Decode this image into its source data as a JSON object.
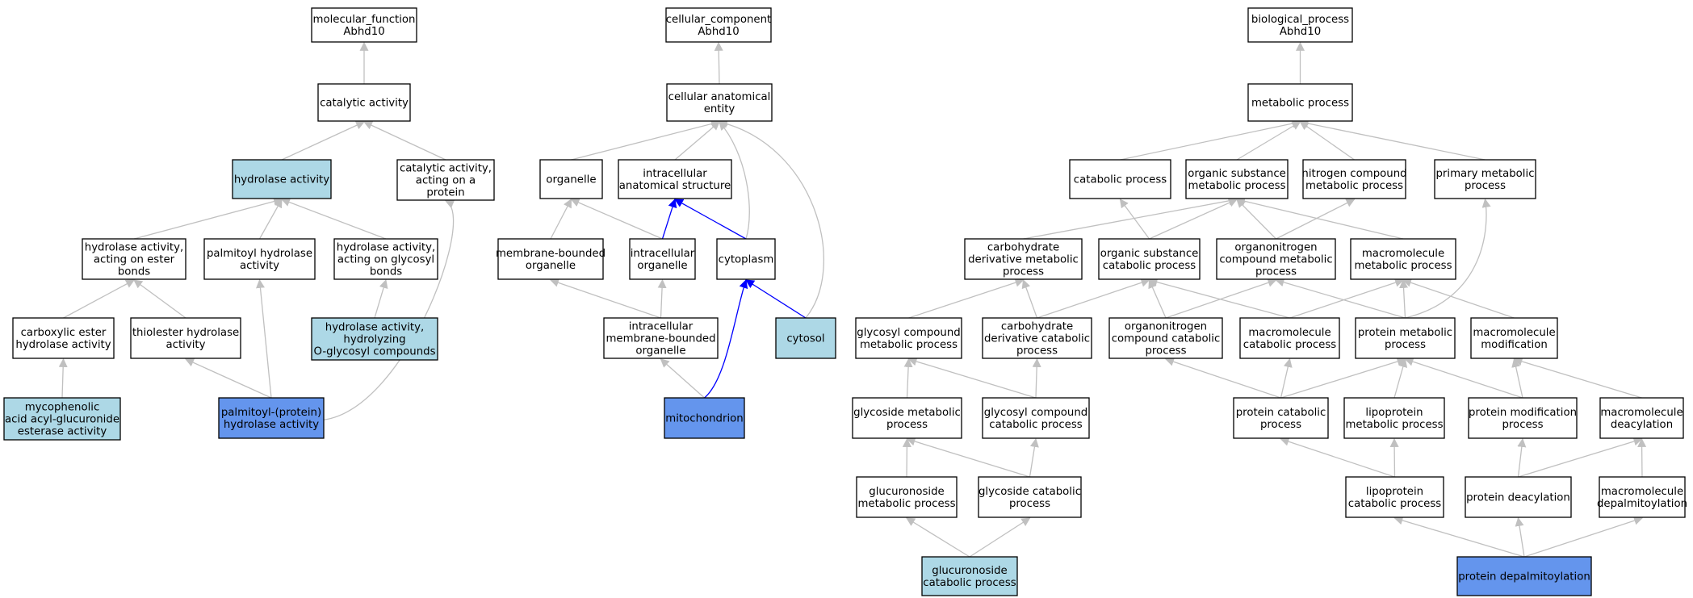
{
  "colors": {
    "plain": "#ffffff",
    "light": "#add8e6",
    "highlight": "#6495ed",
    "edge_gray": "#c0c0c0",
    "edge_blue": "#0000ff"
  },
  "nodes": [
    {
      "id": "mf",
      "lines": [
        "molecular_function",
        "Abhd10"
      ],
      "fill": "plain"
    },
    {
      "id": "catalytic",
      "lines": [
        "catalytic activity"
      ],
      "fill": "plain"
    },
    {
      "id": "hydrolase",
      "lines": [
        "hydrolase activity"
      ],
      "fill": "light"
    },
    {
      "id": "catprot",
      "lines": [
        "catalytic activity,",
        "acting on a",
        "protein"
      ],
      "fill": "plain"
    },
    {
      "id": "hester",
      "lines": [
        "hydrolase activity,",
        "acting on ester",
        "bonds"
      ],
      "fill": "plain"
    },
    {
      "id": "palmhyd",
      "lines": [
        "palmitoyl hydrolase",
        "activity"
      ],
      "fill": "plain"
    },
    {
      "id": "hglyc",
      "lines": [
        "hydrolase activity,",
        "acting on glycosyl",
        "bonds"
      ],
      "fill": "plain"
    },
    {
      "id": "carbox",
      "lines": [
        "carboxylic ester",
        "hydrolase activity"
      ],
      "fill": "plain"
    },
    {
      "id": "thioester",
      "lines": [
        "thiolester hydrolase",
        "activity"
      ],
      "fill": "plain"
    },
    {
      "id": "hoglyc",
      "lines": [
        "hydrolase activity,",
        "hydrolyzing",
        "O-glycosyl compounds"
      ],
      "fill": "light"
    },
    {
      "id": "mycoph",
      "lines": [
        "mycophenolic",
        "acid acyl-glucuronide",
        "esterase activity"
      ],
      "fill": "light"
    },
    {
      "id": "palmprot",
      "lines": [
        "palmitoyl-(protein)",
        "hydrolase activity"
      ],
      "fill": "highlight"
    },
    {
      "id": "cc",
      "lines": [
        "cellular_component",
        "Abhd10"
      ],
      "fill": "plain"
    },
    {
      "id": "cae",
      "lines": [
        "cellular anatomical",
        "entity"
      ],
      "fill": "plain"
    },
    {
      "id": "organelle",
      "lines": [
        "organelle"
      ],
      "fill": "plain"
    },
    {
      "id": "ias",
      "lines": [
        "intracellular",
        "anatomical structure"
      ],
      "fill": "plain"
    },
    {
      "id": "mbo",
      "lines": [
        "membrane-bounded",
        "organelle"
      ],
      "fill": "plain"
    },
    {
      "id": "io",
      "lines": [
        "intracellular",
        "organelle"
      ],
      "fill": "plain"
    },
    {
      "id": "cytoplasm",
      "lines": [
        "cytoplasm"
      ],
      "fill": "plain"
    },
    {
      "id": "imbo",
      "lines": [
        "intracellular",
        "membrane-bounded",
        "organelle"
      ],
      "fill": "plain"
    },
    {
      "id": "cytosol",
      "lines": [
        "cytosol"
      ],
      "fill": "light"
    },
    {
      "id": "mito",
      "lines": [
        "mitochondrion"
      ],
      "fill": "highlight"
    },
    {
      "id": "bp",
      "lines": [
        "biological_process",
        "Abhd10"
      ],
      "fill": "plain"
    },
    {
      "id": "metab",
      "lines": [
        "metabolic process"
      ],
      "fill": "plain"
    },
    {
      "id": "catab",
      "lines": [
        "catabolic process"
      ],
      "fill": "plain"
    },
    {
      "id": "osmp",
      "lines": [
        "organic substance",
        "metabolic process"
      ],
      "fill": "plain"
    },
    {
      "id": "ncmp",
      "lines": [
        "nitrogen compound",
        "metabolic process"
      ],
      "fill": "plain"
    },
    {
      "id": "pmp",
      "lines": [
        "primary metabolic",
        "process"
      ],
      "fill": "plain"
    },
    {
      "id": "cdmp",
      "lines": [
        "carbohydrate",
        "derivative metabolic",
        "process"
      ],
      "fill": "plain"
    },
    {
      "id": "oscp",
      "lines": [
        "organic substance",
        "catabolic process"
      ],
      "fill": "plain"
    },
    {
      "id": "ocmp",
      "lines": [
        "organonitrogen",
        "compound metabolic",
        "process"
      ],
      "fill": "plain"
    },
    {
      "id": "mmp",
      "lines": [
        "macromolecule",
        "metabolic process"
      ],
      "fill": "plain"
    },
    {
      "id": "gcmp",
      "lines": [
        "glycosyl compound",
        "metabolic process"
      ],
      "fill": "plain"
    },
    {
      "id": "cdcp",
      "lines": [
        "carbohydrate",
        "derivative catabolic",
        "process"
      ],
      "fill": "plain"
    },
    {
      "id": "occp",
      "lines": [
        "organonitrogen",
        "compound catabolic",
        "process"
      ],
      "fill": "plain"
    },
    {
      "id": "mcp",
      "lines": [
        "macromolecule",
        "catabolic process"
      ],
      "fill": "plain"
    },
    {
      "id": "protmp",
      "lines": [
        "protein metabolic",
        "process"
      ],
      "fill": "plain"
    },
    {
      "id": "mmod",
      "lines": [
        "macromolecule",
        "modification"
      ],
      "fill": "plain"
    },
    {
      "id": "gmp",
      "lines": [
        "glycoside metabolic",
        "process"
      ],
      "fill": "plain"
    },
    {
      "id": "gccp",
      "lines": [
        "glycosyl compound",
        "catabolic process"
      ],
      "fill": "plain"
    },
    {
      "id": "pcp",
      "lines": [
        "protein catabolic",
        "process"
      ],
      "fill": "plain"
    },
    {
      "id": "lmp",
      "lines": [
        "lipoprotein",
        "metabolic process"
      ],
      "fill": "plain"
    },
    {
      "id": "pmodp",
      "lines": [
        "protein modification",
        "process"
      ],
      "fill": "plain"
    },
    {
      "id": "mdeac",
      "lines": [
        "macromolecule",
        "deacylation"
      ],
      "fill": "plain"
    },
    {
      "id": "glucmp",
      "lines": [
        "glucuronoside",
        "metabolic process"
      ],
      "fill": "plain"
    },
    {
      "id": "glycp",
      "lines": [
        "glycoside catabolic",
        "process"
      ],
      "fill": "plain"
    },
    {
      "id": "lcp",
      "lines": [
        "lipoprotein",
        "catabolic process"
      ],
      "fill": "plain"
    },
    {
      "id": "pdeac",
      "lines": [
        "protein deacylation"
      ],
      "fill": "plain"
    },
    {
      "id": "mdepalm",
      "lines": [
        "macromolecule",
        "depalmitoylation"
      ],
      "fill": "plain"
    },
    {
      "id": "gluccp",
      "lines": [
        "glucuronoside",
        "catabolic process"
      ],
      "fill": "light"
    },
    {
      "id": "pdepalm",
      "lines": [
        "protein depalmitoylation"
      ],
      "fill": "highlight"
    }
  ],
  "edges": [
    {
      "from": "catalytic",
      "to": "mf",
      "color": "gray"
    },
    {
      "from": "hydrolase",
      "to": "catalytic",
      "color": "gray"
    },
    {
      "from": "catprot",
      "to": "catalytic",
      "color": "gray"
    },
    {
      "from": "hester",
      "to": "hydrolase",
      "color": "gray"
    },
    {
      "from": "palmhyd",
      "to": "hydrolase",
      "color": "gray"
    },
    {
      "from": "hglyc",
      "to": "hydrolase",
      "color": "gray"
    },
    {
      "from": "carbox",
      "to": "hester",
      "color": "gray"
    },
    {
      "from": "thioester",
      "to": "hester",
      "color": "gray"
    },
    {
      "from": "hoglyc",
      "to": "hglyc",
      "color": "gray"
    },
    {
      "from": "mycoph",
      "to": "carbox",
      "color": "gray"
    },
    {
      "from": "palmprot",
      "to": "thioester",
      "color": "gray"
    },
    {
      "from": "palmprot",
      "to": "palmhyd",
      "color": "gray"
    },
    {
      "from": "palmprot",
      "to": "catprot",
      "color": "gray"
    },
    {
      "from": "cae",
      "to": "cc",
      "color": "gray"
    },
    {
      "from": "organelle",
      "to": "cae",
      "color": "gray"
    },
    {
      "from": "ias",
      "to": "cae",
      "color": "gray"
    },
    {
      "from": "cytoplasm",
      "to": "cae",
      "color": "gray"
    },
    {
      "from": "cytosol",
      "to": "cae",
      "color": "gray"
    },
    {
      "from": "mbo",
      "to": "organelle",
      "color": "gray"
    },
    {
      "from": "io",
      "to": "organelle",
      "color": "gray"
    },
    {
      "from": "io",
      "to": "ias",
      "color": "blue"
    },
    {
      "from": "cytoplasm",
      "to": "ias",
      "color": "blue"
    },
    {
      "from": "imbo",
      "to": "mbo",
      "color": "gray"
    },
    {
      "from": "imbo",
      "to": "io",
      "color": "gray"
    },
    {
      "from": "mito",
      "to": "imbo",
      "color": "gray"
    },
    {
      "from": "mito",
      "to": "cytoplasm",
      "color": "blue"
    },
    {
      "from": "cytosol",
      "to": "cytoplasm",
      "color": "blue"
    },
    {
      "from": "metab",
      "to": "bp",
      "color": "gray"
    },
    {
      "from": "catab",
      "to": "metab",
      "color": "gray"
    },
    {
      "from": "osmp",
      "to": "metab",
      "color": "gray"
    },
    {
      "from": "ncmp",
      "to": "metab",
      "color": "gray"
    },
    {
      "from": "pmp",
      "to": "metab",
      "color": "gray"
    },
    {
      "from": "cdmp",
      "to": "osmp",
      "color": "gray"
    },
    {
      "from": "oscp",
      "to": "catab",
      "color": "gray"
    },
    {
      "from": "oscp",
      "to": "osmp",
      "color": "gray"
    },
    {
      "from": "ocmp",
      "to": "osmp",
      "color": "gray"
    },
    {
      "from": "ocmp",
      "to": "ncmp",
      "color": "gray"
    },
    {
      "from": "mmp",
      "to": "osmp",
      "color": "gray"
    },
    {
      "from": "gcmp",
      "to": "cdmp",
      "color": "gray"
    },
    {
      "from": "cdcp",
      "to": "cdmp",
      "color": "gray"
    },
    {
      "from": "cdcp",
      "to": "oscp",
      "color": "gray"
    },
    {
      "from": "occp",
      "to": "oscp",
      "color": "gray"
    },
    {
      "from": "occp",
      "to": "ocmp",
      "color": "gray"
    },
    {
      "from": "mcp",
      "to": "oscp",
      "color": "gray"
    },
    {
      "from": "mcp",
      "to": "mmp",
      "color": "gray"
    },
    {
      "from": "protmp",
      "to": "ocmp",
      "color": "gray"
    },
    {
      "from": "protmp",
      "to": "mmp",
      "color": "gray"
    },
    {
      "from": "protmp",
      "to": "pmp",
      "color": "gray"
    },
    {
      "from": "mmod",
      "to": "mmp",
      "color": "gray"
    },
    {
      "from": "gmp",
      "to": "gcmp",
      "color": "gray"
    },
    {
      "from": "gccp",
      "to": "gcmp",
      "color": "gray"
    },
    {
      "from": "gccp",
      "to": "cdcp",
      "color": "gray"
    },
    {
      "from": "pcp",
      "to": "occp",
      "color": "gray"
    },
    {
      "from": "pcp",
      "to": "mcp",
      "color": "gray"
    },
    {
      "from": "pcp",
      "to": "protmp",
      "color": "gray"
    },
    {
      "from": "lmp",
      "to": "protmp",
      "color": "gray"
    },
    {
      "from": "pmodp",
      "to": "protmp",
      "color": "gray"
    },
    {
      "from": "pmodp",
      "to": "mmod",
      "color": "gray"
    },
    {
      "from": "mdeac",
      "to": "mmod",
      "color": "gray"
    },
    {
      "from": "glucmp",
      "to": "gmp",
      "color": "gray"
    },
    {
      "from": "glycp",
      "to": "gmp",
      "color": "gray"
    },
    {
      "from": "glycp",
      "to": "gccp",
      "color": "gray"
    },
    {
      "from": "lcp",
      "to": "pcp",
      "color": "gray"
    },
    {
      "from": "lcp",
      "to": "lmp",
      "color": "gray"
    },
    {
      "from": "pdeac",
      "to": "pmodp",
      "color": "gray"
    },
    {
      "from": "pdeac",
      "to": "mdeac",
      "color": "gray"
    },
    {
      "from": "mdepalm",
      "to": "mdeac",
      "color": "gray"
    },
    {
      "from": "gluccp",
      "to": "glucmp",
      "color": "gray"
    },
    {
      "from": "gluccp",
      "to": "glycp",
      "color": "gray"
    },
    {
      "from": "pdepalm",
      "to": "lcp",
      "color": "gray"
    },
    {
      "from": "pdepalm",
      "to": "pdeac",
      "color": "gray"
    },
    {
      "from": "pdepalm",
      "to": "mdepalm",
      "color": "gray"
    }
  ]
}
